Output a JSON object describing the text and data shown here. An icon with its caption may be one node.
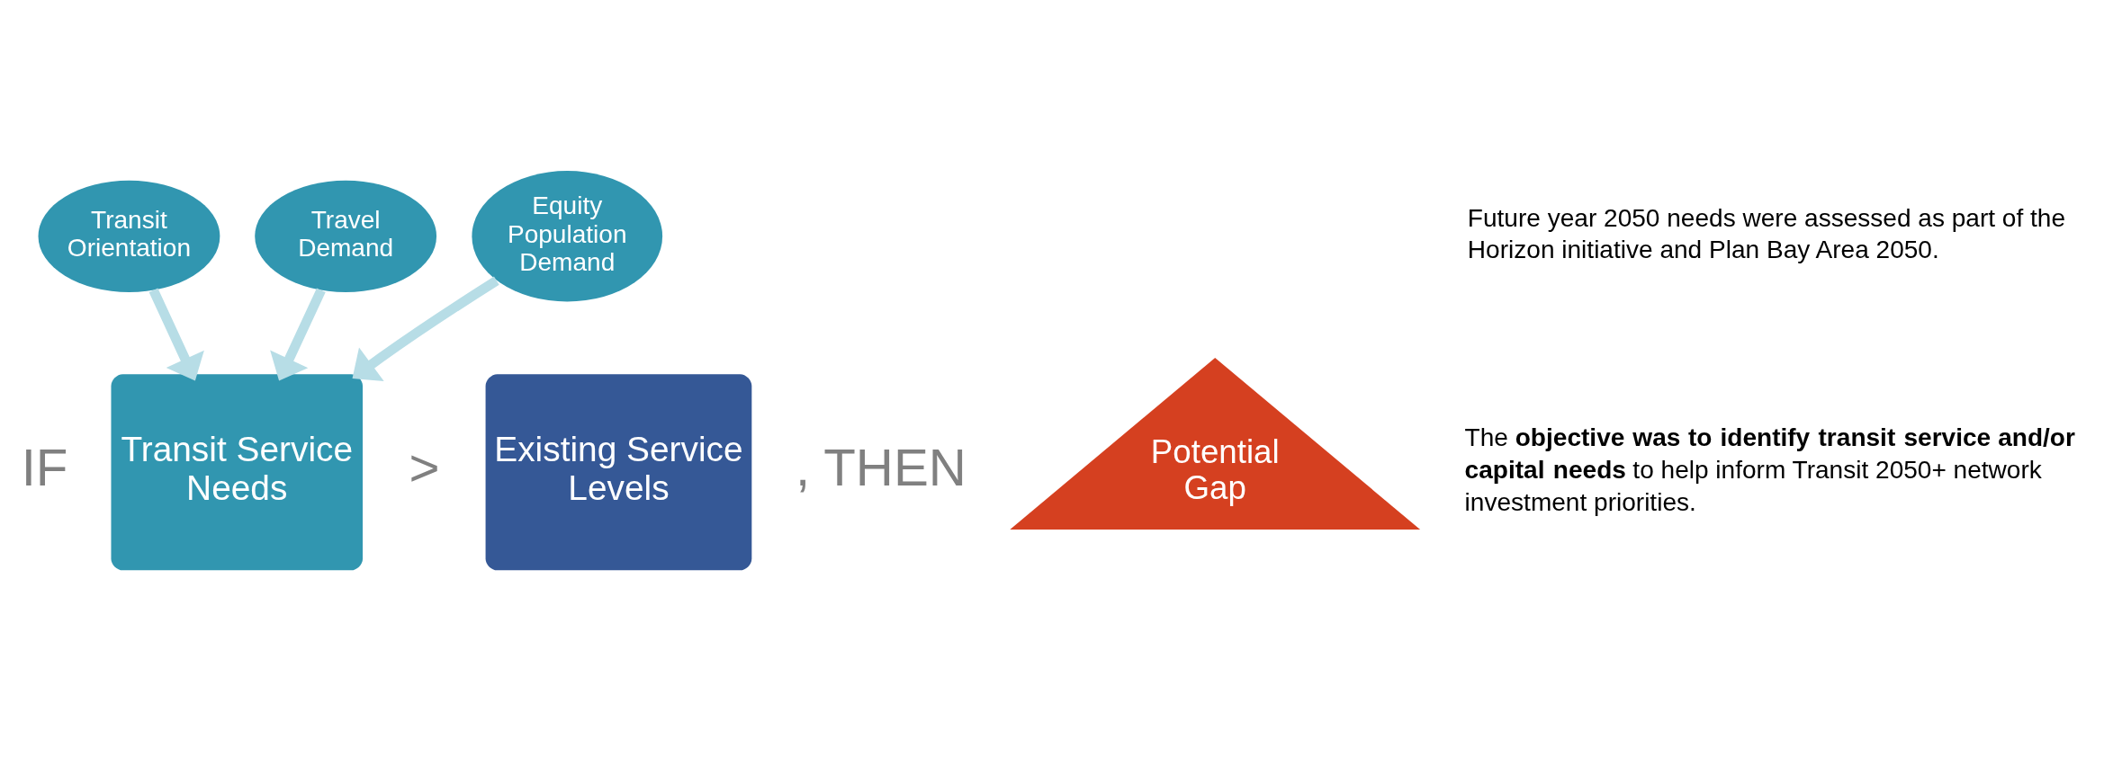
{
  "diagram": {
    "nodes": [
      {
        "text": [
          "Transit Orientation"
        ]
      },
      {
        "text": [
          "Travel Demand"
        ]
      },
      {
        "text": [
          "Equity Population Demand"
        ]
      },
      {
        "text": [
          "Transit Service Needs"
        ]
      },
      {
        "text": [
          "Existing Service Levels"
        ]
      },
      {
        "text": [
          "Potential Gap"
        ]
      }
    ],
    "edges": [
      {
        "from": 0,
        "to": 3,
        "arrow": "to"
      },
      {
        "from": 1,
        "to": 3,
        "arrow": "to"
      },
      {
        "from": 2,
        "to": 3,
        "arrow": "to"
      }
    ],
    "labels": [
      "Future year 2050 needs were assessed as part of the Horizon initiative and Plan Bay Area 2050.",
      "The **objective was to identify transit service and/or capital needs** to help inform Transit 2050+ network investment priorities.",
      "IF",
      ">",
      ", THEN"
    ]
  }
}
